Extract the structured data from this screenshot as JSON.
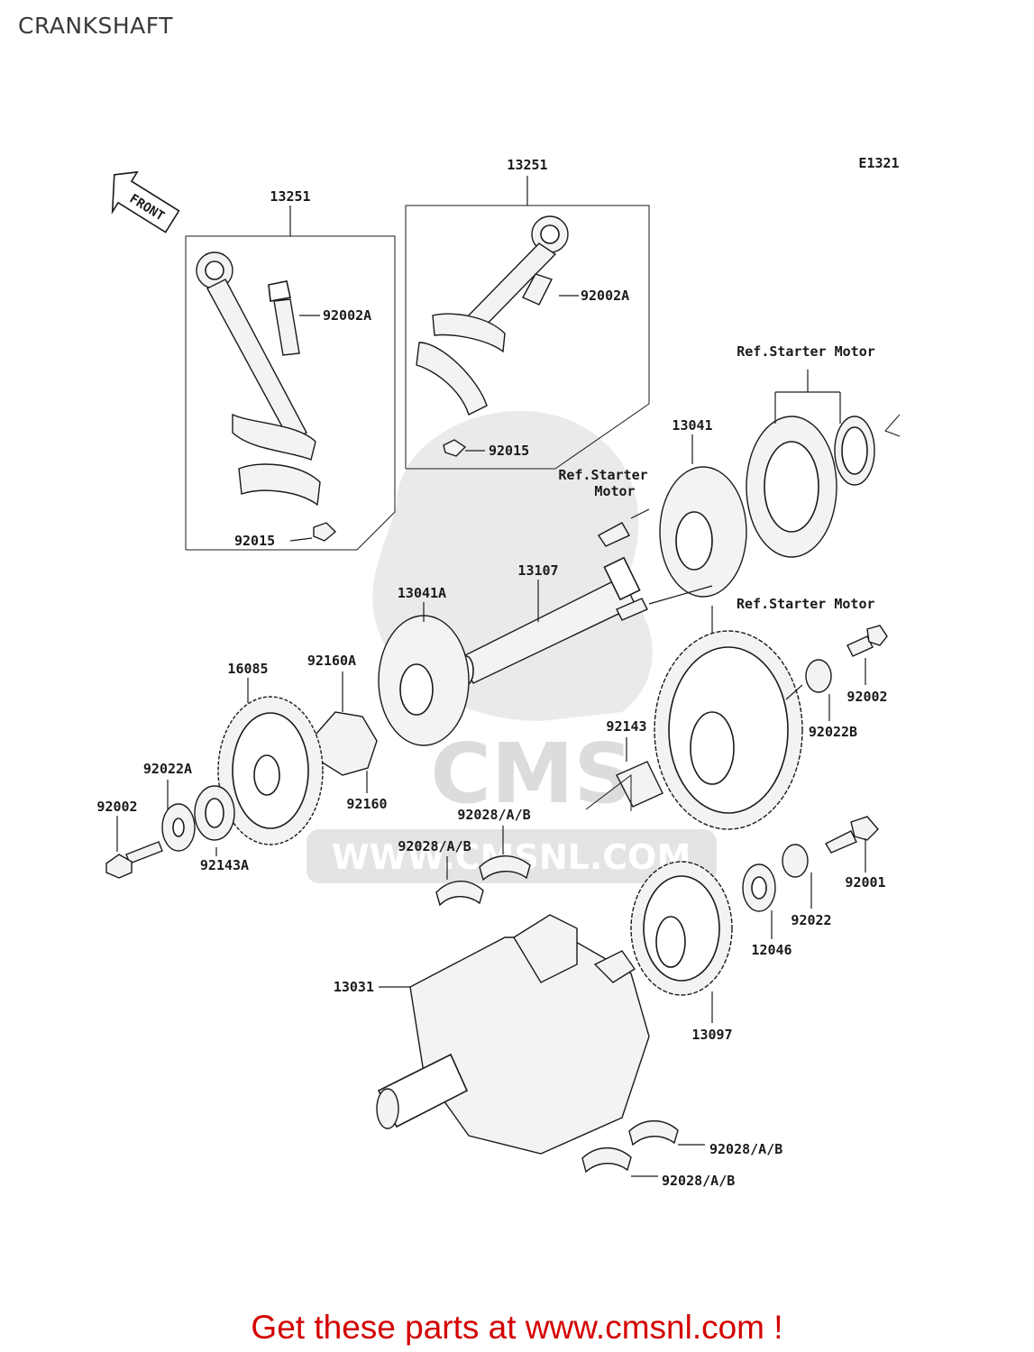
{
  "page_title": "CRANKSHAFT",
  "diagram_code": "E1321",
  "front_label": "FRONT",
  "watermark": {
    "logo": "CMS",
    "url": "WWW.CMSNL.COM"
  },
  "labels": {
    "rod_left": "13251",
    "rod_right": "13251",
    "bolt_left": "92002A",
    "bolt_right": "92002A",
    "nut_right": "92015",
    "nut_left": "92015",
    "ref_starter_top": "Ref.Starter Motor",
    "clutch_13041": "13041",
    "ref_starter_mid_1": "Ref.Starter",
    "ref_starter_mid_2": "Motor",
    "shaft_13107": "13107",
    "ref_starter_right": "Ref.Starter Motor",
    "coupling_13041a": "13041A",
    "damper_92160a": "92160A",
    "gear_16085": "16085",
    "washer_92022a": "92022A",
    "bolt_92002_left": "92002",
    "collar_92143a": "92143A",
    "damper_92160": "92160",
    "collar_92143": "92143",
    "washer_92022b": "92022B",
    "bolt_92002_right": "92002",
    "bearing_upper_1": "92028/A/B",
    "bearing_upper_2": "92028/A/B",
    "bolt_92001": "92001",
    "washer_92022": "92022",
    "gear_12046": "12046",
    "crank_13031": "13031",
    "gear_13097": "13097",
    "bearing_lower_1": "92028/A/B",
    "bearing_lower_2": "92028/A/B"
  },
  "footer_cta": "Get these parts at www.cmsnl.com !",
  "colors": {
    "cta": "#d40000",
    "line": "#1a1a1a",
    "watermark": "#d9d9d9"
  }
}
